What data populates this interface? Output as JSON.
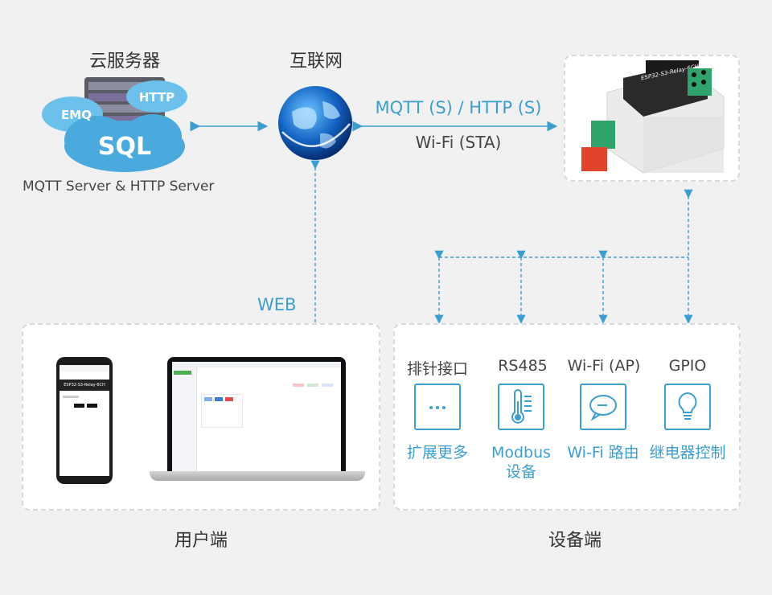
{
  "cloud": {
    "title": "云服务器",
    "caption": "MQTT Server & HTTP Server",
    "tags": [
      "HTTP",
      "EMQ",
      "SQL"
    ]
  },
  "internet": {
    "title": "互联网"
  },
  "link": {
    "protocol": "MQTT (S) / HTTP (S)",
    "mode": "Wi-Fi (STA)",
    "web": "WEB"
  },
  "device_label": "ESP32-S3-Relay-6CH",
  "user_side": {
    "label": "用户端",
    "phone_title": "ESP32-S3-Relay-6CH"
  },
  "device_side": {
    "label": "设备端",
    "items": [
      {
        "label": "排针接口",
        "icon": "ellipsis-icon",
        "function": "扩展更多"
      },
      {
        "label": "RS485",
        "icon": "thermometer-icon",
        "function": "Modbus 设备"
      },
      {
        "label": "Wi-Fi (AP)",
        "icon": "chat-bubble-icon",
        "function": "Wi-Fi 路由"
      },
      {
        "label": "GPIO",
        "icon": "light-bulb-icon",
        "function": "继电器控制"
      }
    ]
  },
  "colors": {
    "accent": "#3a9fd0",
    "background": "#f1f1f1",
    "cloud": "#4aa9dd"
  }
}
